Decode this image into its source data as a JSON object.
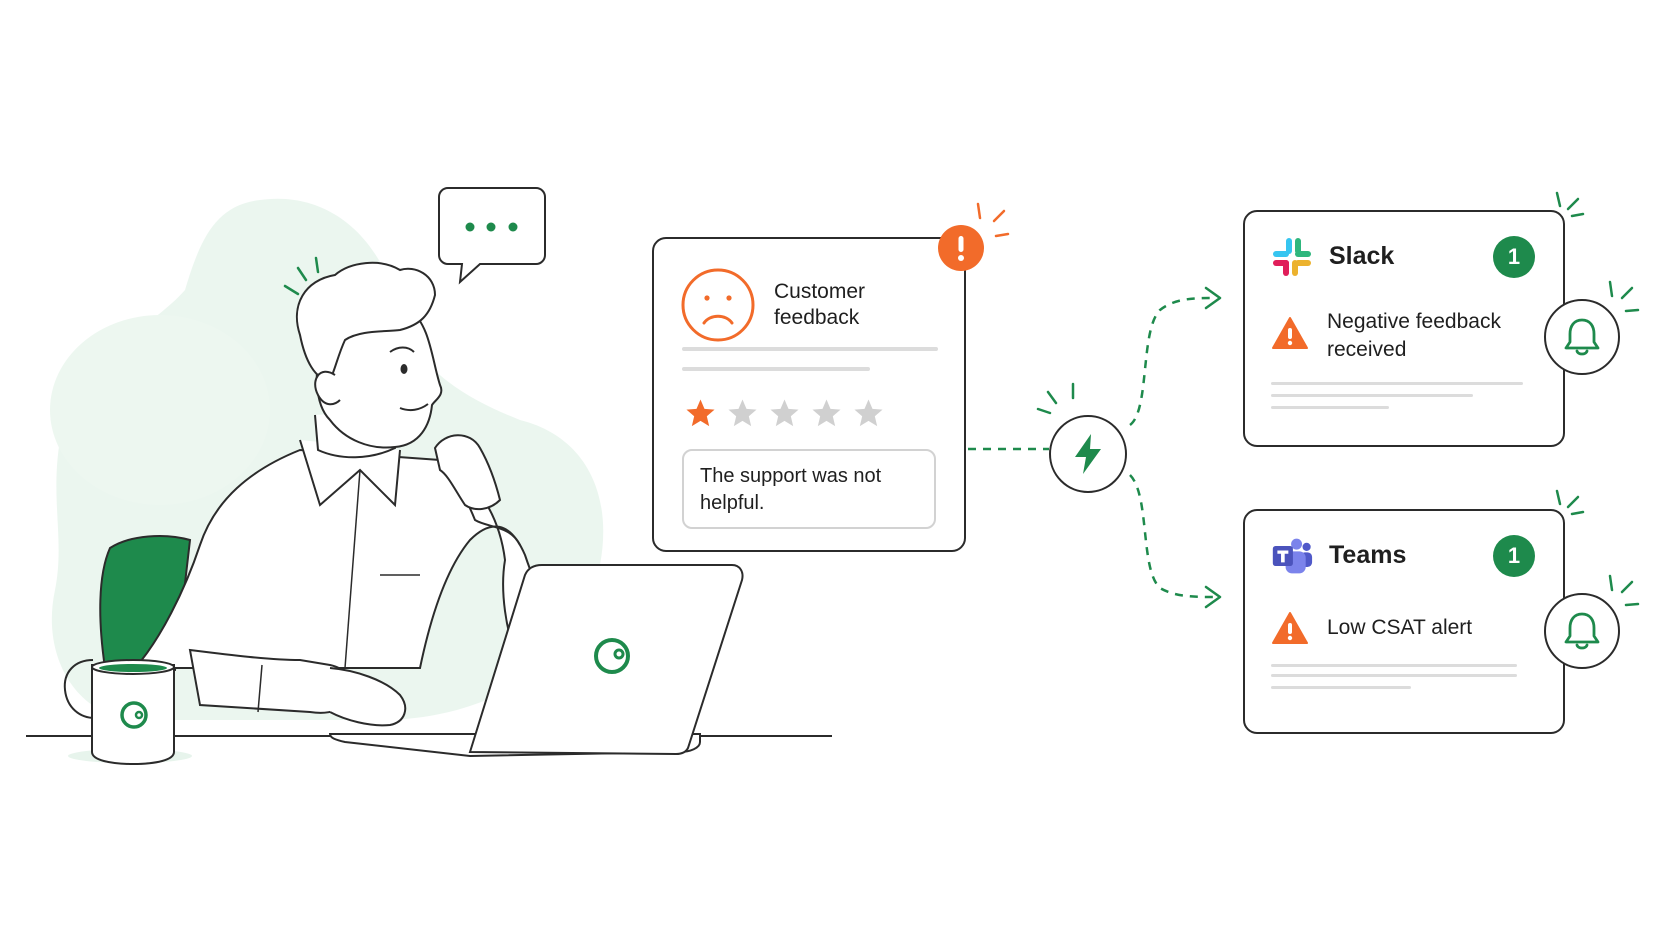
{
  "feedback": {
    "title": "Customer feedback",
    "rating": 1,
    "rating_max": 5,
    "comment": "The support was not helpful."
  },
  "slack": {
    "name": "Slack",
    "count": "1",
    "alert": "Negative feedback received"
  },
  "teams": {
    "name": "Teams",
    "count": "1",
    "alert": "Low CSAT alert"
  },
  "colors": {
    "brand_green": "#1e8a4c",
    "alert_orange": "#f26b2a",
    "star_inactive": "#d0d0d0",
    "outline": "#2b2b2b"
  },
  "icons": [
    "speech-bubble-icon",
    "sad-face-icon",
    "star-icon",
    "exclamation-icon",
    "lightning-icon",
    "slack-logo-icon",
    "teams-logo-icon",
    "warning-icon",
    "bell-icon",
    "brand-logo-icon"
  ]
}
